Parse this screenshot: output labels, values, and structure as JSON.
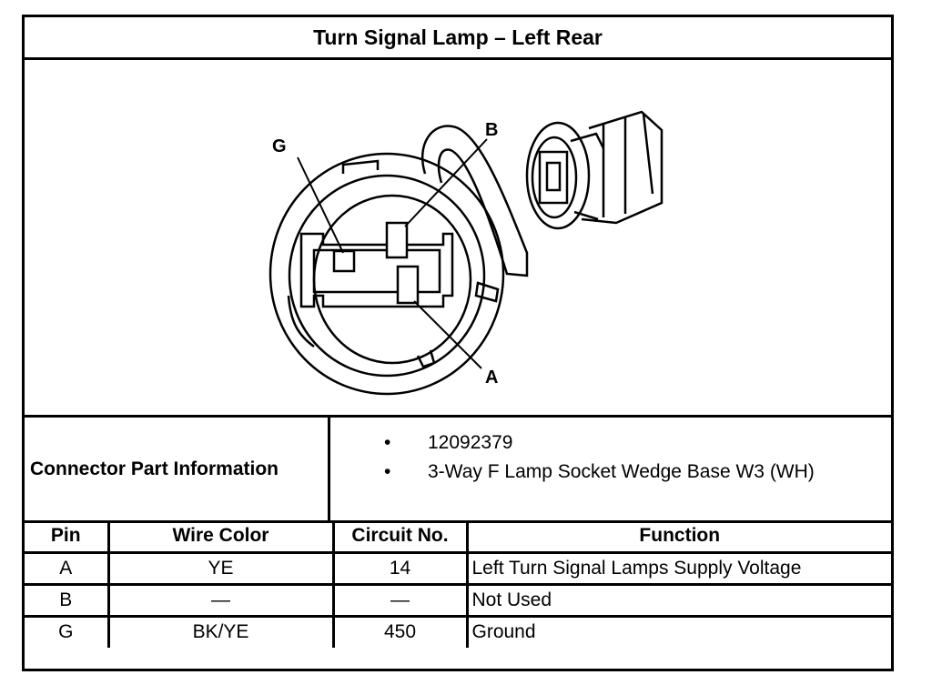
{
  "title": "Turn Signal Lamp – Left Rear",
  "figure": {
    "callouts": [
      "G",
      "B",
      "A"
    ]
  },
  "connector_info": {
    "label": "Connector Part Information",
    "items": [
      "12092379",
      "3-Way F Lamp Socket Wedge Base W3 (WH)"
    ],
    "bullet": "•"
  },
  "table": {
    "headers": [
      "Pin",
      "Wire Color",
      "Circuit No.",
      "Function"
    ],
    "rows": [
      {
        "pin": "A",
        "wire": "YE",
        "circuit": "14",
        "function": "Left Turn Signal Lamps Supply Voltage"
      },
      {
        "pin": "B",
        "wire": "—",
        "circuit": "—",
        "function": "Not Used"
      },
      {
        "pin": "G",
        "wire": "BK/YE",
        "circuit": "450",
        "function": "Ground"
      }
    ]
  }
}
